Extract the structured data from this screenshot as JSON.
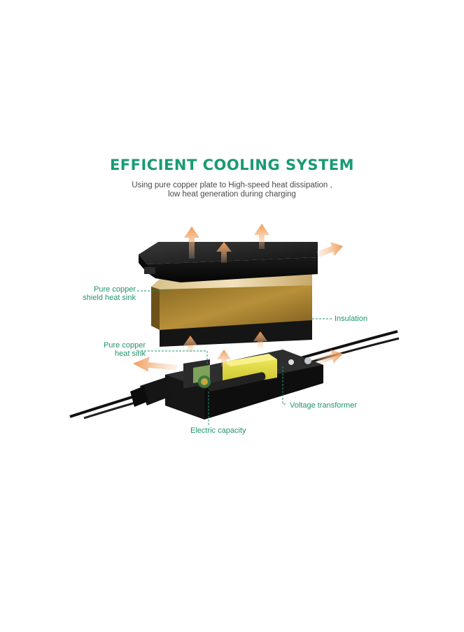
{
  "header": {
    "title": "EFFICIENT COOLING SYSTEM",
    "subtitle_line1": "Using pure copper plate to High-speed heat dissipation ,",
    "subtitle_line2": "low heat generation during charging"
  },
  "labels": {
    "shield_line1": "Pure copper",
    "shield_line2": "shield heat sink",
    "insulation": "Insulation",
    "heatsink_line1": "Pure copper",
    "heatsink_line2": "heat sink",
    "transformer": "Voltage transformer",
    "capacity": "Electric capacity"
  },
  "colors": {
    "accent": "#1a9a72",
    "copper": "#b8903a",
    "heat_arrow": "#f0a060",
    "case": "#1c1c1c"
  }
}
